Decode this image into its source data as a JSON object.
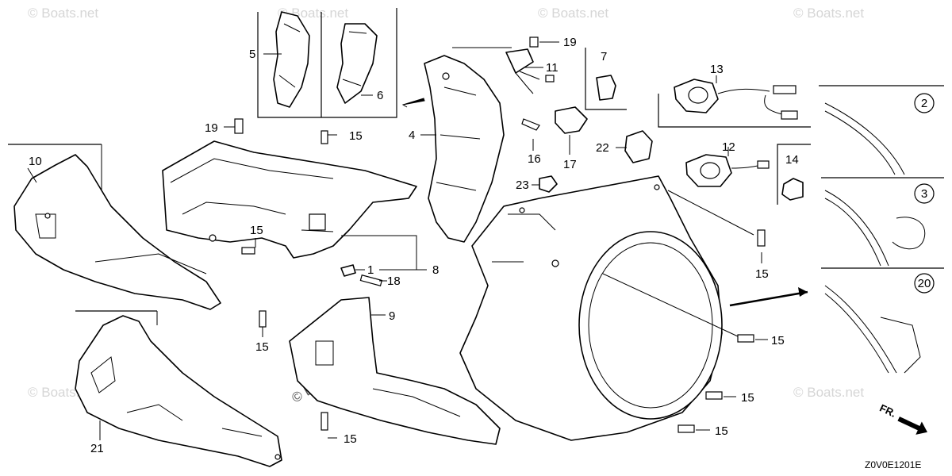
{
  "watermark": "© Boats.net",
  "diagram_code": "Z0V0E1201E",
  "front_indicator": "FR.",
  "callouts": {
    "c1": "1",
    "c4": "4",
    "c5": "5",
    "c6": "6",
    "c7": "7",
    "c8": "8",
    "c9": "9",
    "c10": "10",
    "c11": "11",
    "c12": "12",
    "c13": "13",
    "c14": "14",
    "c15a": "15",
    "c15b": "15",
    "c15c": "15",
    "c15d": "15",
    "c15e": "15",
    "c15f": "15",
    "c15g": "15",
    "c15h": "15",
    "c16": "16",
    "c17": "17",
    "c18": "18",
    "c19a": "19",
    "c19b": "19",
    "c21": "21",
    "c22": "22",
    "c23": "23"
  },
  "detail_views": [
    "2",
    "3",
    "20"
  ]
}
